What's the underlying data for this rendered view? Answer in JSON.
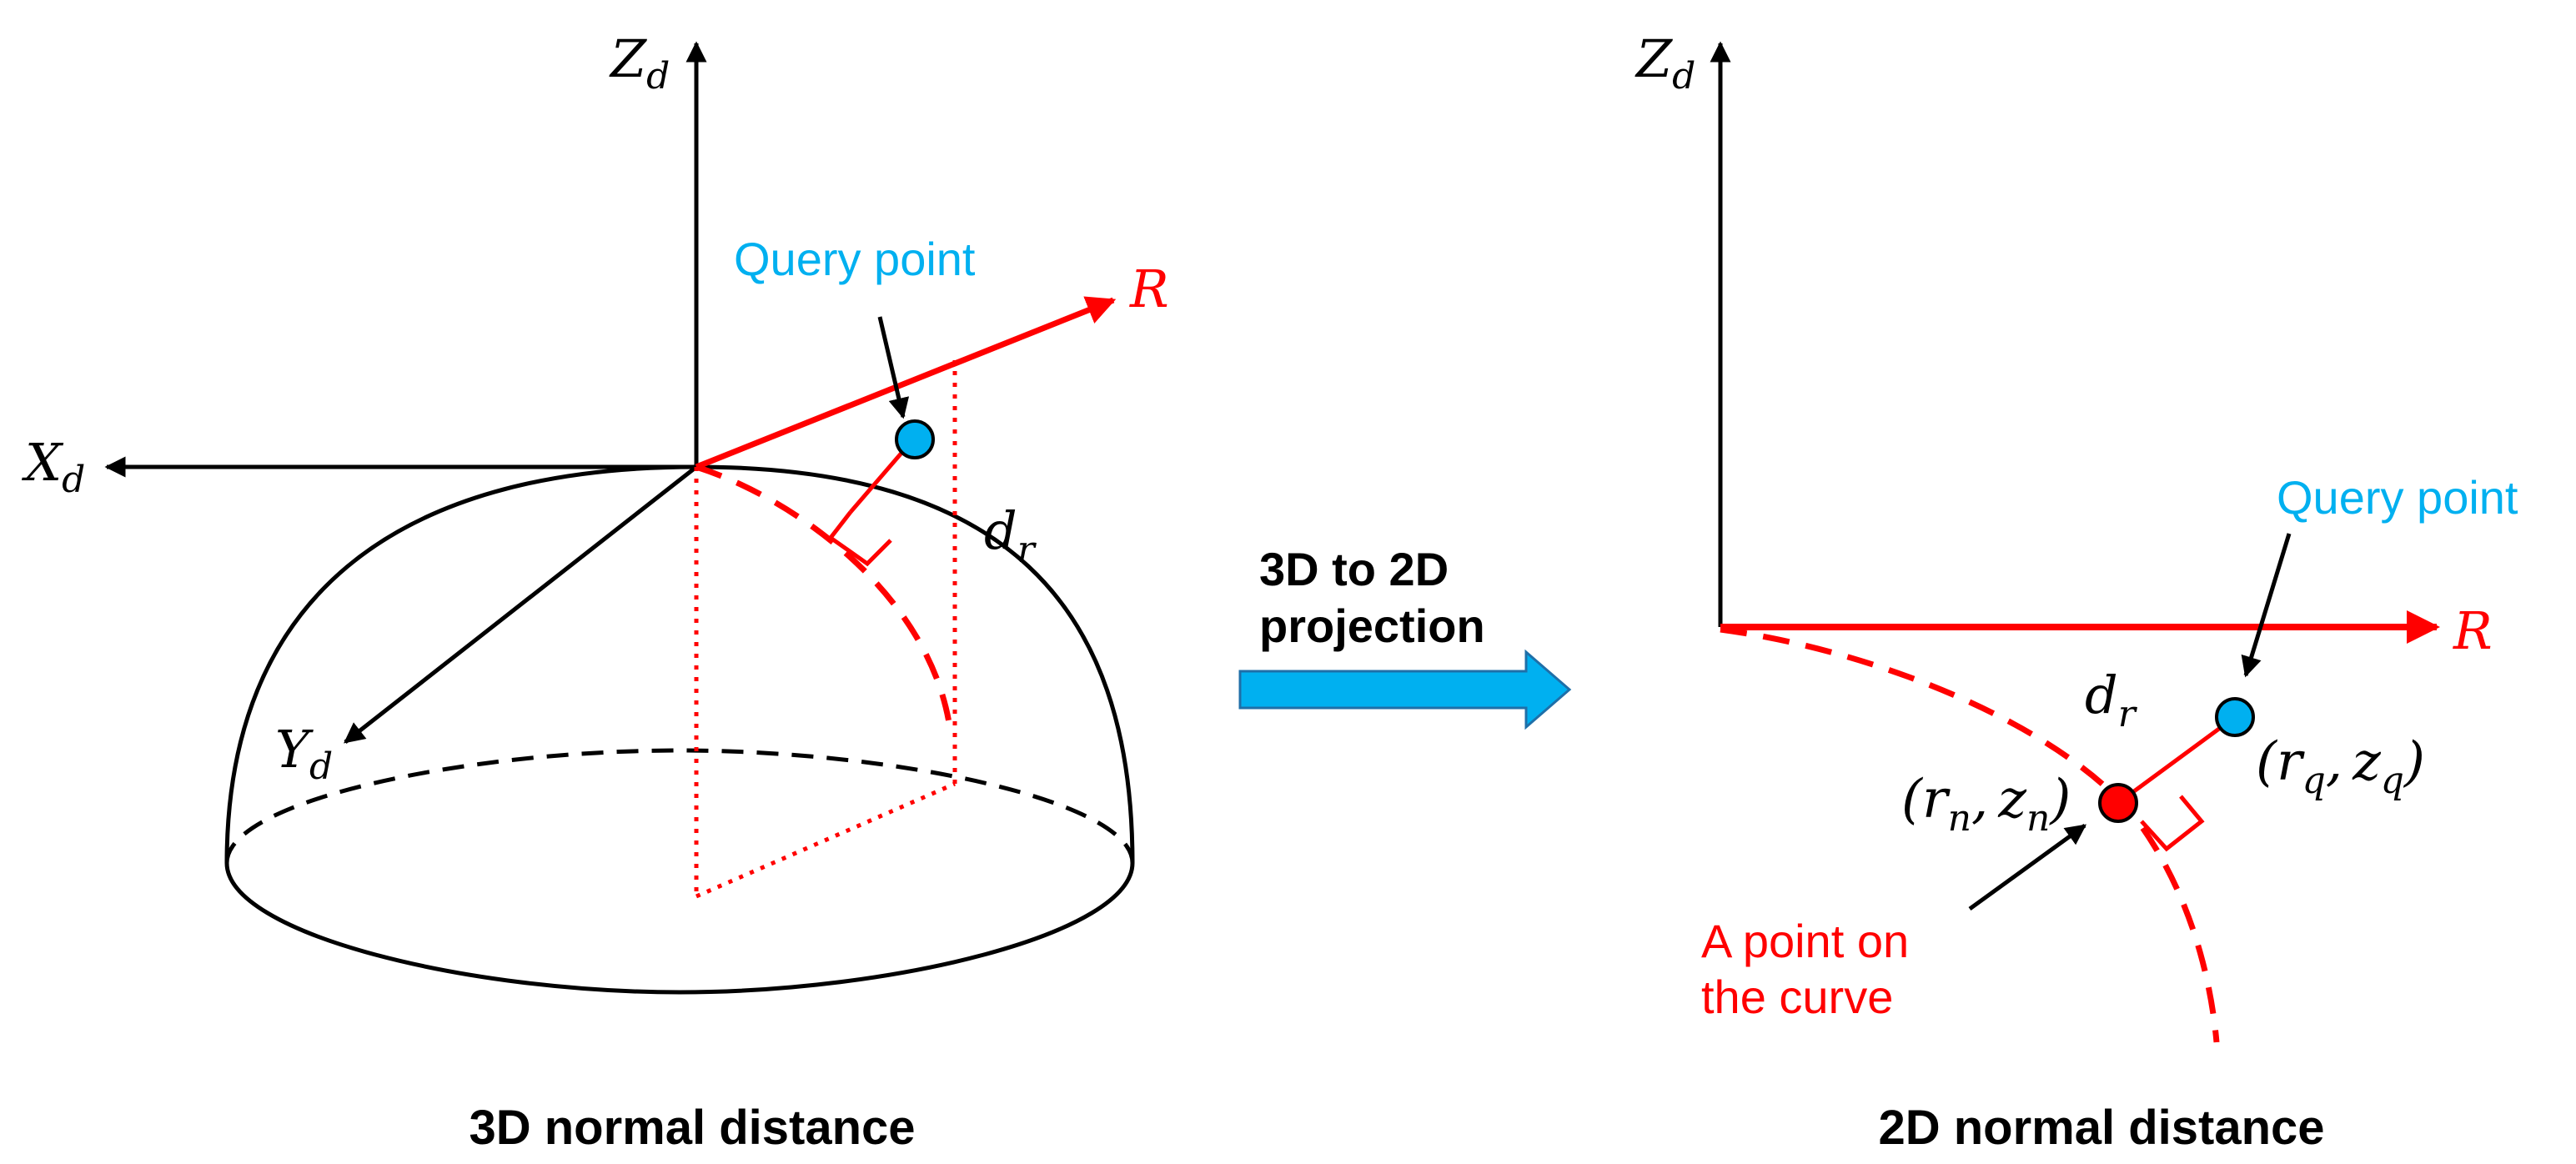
{
  "colors": {
    "red": "#ff0000",
    "blue": "#00b0f0",
    "black": "#000000"
  },
  "left_panel": {
    "axis_z": "Z",
    "axis_z_sub": "d",
    "axis_x": "X",
    "axis_x_sub": "d",
    "axis_y": "Y",
    "axis_y_sub": "d",
    "axis_r": "R",
    "distance_label": "d",
    "distance_sub": "r",
    "query_label": "Query point",
    "caption": "3D normal distance"
  },
  "middle": {
    "arrow_line1": "3D to 2D",
    "arrow_line2": "projection",
    "arrow_icon": "right-arrow-icon"
  },
  "right_panel": {
    "axis_z": "Z",
    "axis_z_sub": "d",
    "axis_r": "R",
    "query_label": "Query point",
    "distance_label": "d",
    "distance_sub": "r",
    "query_coord_open": "(",
    "query_r": "r",
    "query_r_sub": "q",
    "query_z": "z",
    "query_z_sub": "q",
    "query_coord_close": ")",
    "curve_coord_open": "(",
    "curve_r": "r",
    "curve_r_sub": "n",
    "curve_z": "z",
    "curve_z_sub": "n",
    "curve_coord_close": ")",
    "coord_sep": ",",
    "curve_point_line1": "A point on",
    "curve_point_line2": "the curve",
    "caption": "2D normal distance"
  }
}
